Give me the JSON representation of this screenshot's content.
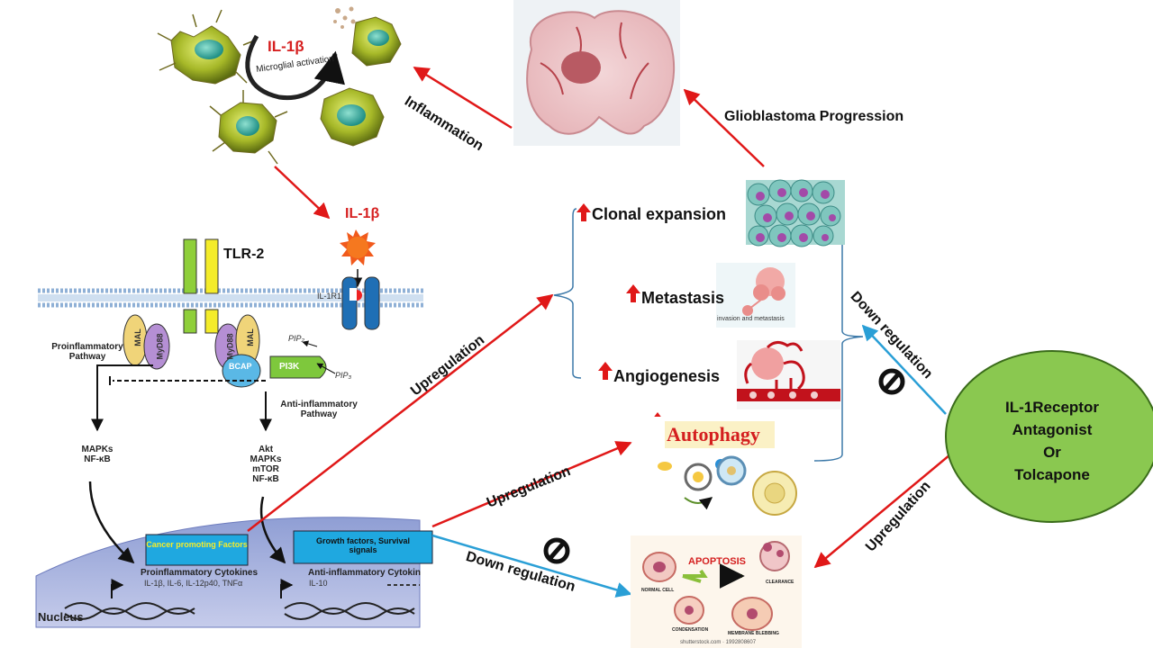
{
  "microglia": {
    "il1b": "IL-1β",
    "activation": "Microglial activation"
  },
  "arrows": {
    "inflammation": "Inflammation",
    "glioblastoma_progression": "Glioblastoma Progression",
    "upregulation_main": "Upregulation",
    "upregulation_autophagy": "Upregulation",
    "down_regulation_apoptosis": "Down regulation",
    "down_regulation_right": "Down regulation",
    "upregulation_right": "Upregulation"
  },
  "il1b_ligand": "IL-1β",
  "receptors": {
    "tlr2": "TLR-2",
    "il1r1": "IL-1R1"
  },
  "adaptors": {
    "mal": "MAL",
    "myd88": "MyD88",
    "bcap": "BCAP",
    "pi3k": "PI3K",
    "pip2": "PIP₂",
    "pip3": "PIP₃"
  },
  "pathways": {
    "proinflammatory": [
      "Proinflammatory",
      "Pathway"
    ],
    "anti_inflammatory": [
      "Anti-inflammatory",
      "Pathway"
    ],
    "left_targets": [
      "MAPKs",
      "NF-κB"
    ],
    "right_targets": [
      "Akt",
      "MAPKs",
      "mTOR",
      "NF-κB"
    ]
  },
  "nucleus": {
    "label": "Nucleus",
    "cancer_box": "Cancer promoting Factors",
    "growth_box": [
      "Growth factors, Survival",
      "signals"
    ],
    "proinflammatory_cytokines": "Proinflammatory Cytokines",
    "proinflammatory_list": "IL-1β, IL-6, IL-12p40, TNFα",
    "anti_inflammatory_cytokines": "Anti-inflammatory Cytokin",
    "anti_inflammatory_list": "IL-10"
  },
  "outcomes": {
    "clonal": "Clonal expansion",
    "metastasis": "Metastasis",
    "metastasis_caption": "invasion and metastasis",
    "angiogenesis": "Angiogenesis",
    "autophagy": "Autophagy"
  },
  "apoptosis": {
    "title": "APOPTOSIS",
    "normal_cell": "NORMAL CELL",
    "condensation": "CONDENSATION",
    "membrane_blebbing": "MEMBRANE BLEBBING",
    "clearance": "CLEARANCE",
    "credit": "shutterstock.com · 1992808607"
  },
  "drug": [
    "IL-1Receptor",
    "Antagonist",
    "Or",
    "Tolcapone"
  ],
  "colors": {
    "red_arrow": "#e01818",
    "blue_arrow": "#2a9fd6",
    "drug_fill": "#8ac850",
    "box_fill": "#1fa8e0"
  }
}
